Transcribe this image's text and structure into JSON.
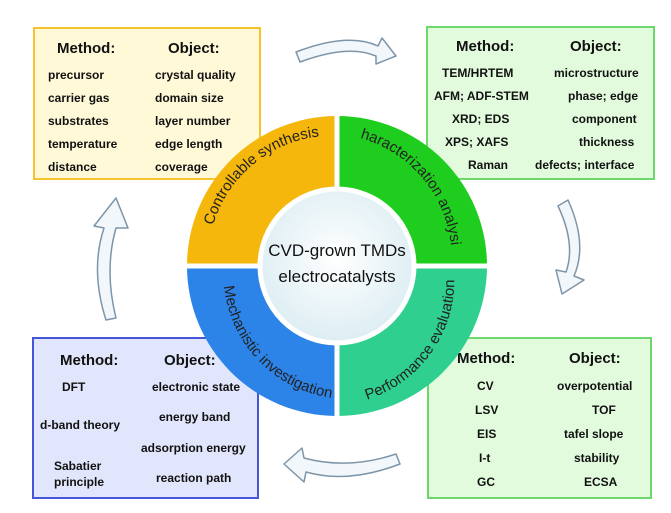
{
  "center": {
    "line1": "CVD-grown TMDs",
    "line2": "electrocatalysts"
  },
  "sectors": {
    "top_left": "Controllable synthesis",
    "top_right": "Characterization analysis",
    "bottom_left": "Mechanistic investigation",
    "bottom_right": "Performance evaluation"
  },
  "panels": {
    "top_left": {
      "method_header": "Method:",
      "object_header": "Object:",
      "methods": [
        "precursor",
        "carrier gas",
        "substrates",
        "temperature",
        "distance"
      ],
      "objects": [
        "crystal quality",
        "domain size",
        "layer number",
        "edge length",
        "coverage"
      ]
    },
    "top_right": {
      "method_header": "Method:",
      "object_header": "Object:",
      "methods": [
        "TEM/HRTEM",
        "AFM; ADF-STEM",
        "XRD; EDS",
        "XPS; XAFS",
        "Raman"
      ],
      "objects": [
        "microstructure",
        "phase; edge",
        "component",
        "thickness",
        "defects; interface"
      ]
    },
    "bottom_left": {
      "method_header": "Method:",
      "object_header": "Object:",
      "methods": [
        "DFT",
        "d-band theory",
        "Sabatier",
        "principle"
      ],
      "objects": [
        "electronic state",
        "energy band",
        "adsorption energy",
        "reaction path"
      ]
    },
    "bottom_right": {
      "method_header": "Method:",
      "object_header": "Object:",
      "methods": [
        "CV",
        "LSV",
        "EIS",
        "I-t",
        "GC"
      ],
      "objects": [
        "overpotential",
        "TOF",
        "tafel slope",
        "stability",
        "ECSA"
      ]
    }
  },
  "colors": {
    "synthesis": "#f5b70c",
    "characterization": "#1fcd1f",
    "mechanistic": "#2d84e8",
    "performance": "#2fcf8f",
    "center_fill": "#e8f4f8",
    "arrow_fill": "#f1f7fb",
    "arrow_stroke": "#7e95a8"
  }
}
